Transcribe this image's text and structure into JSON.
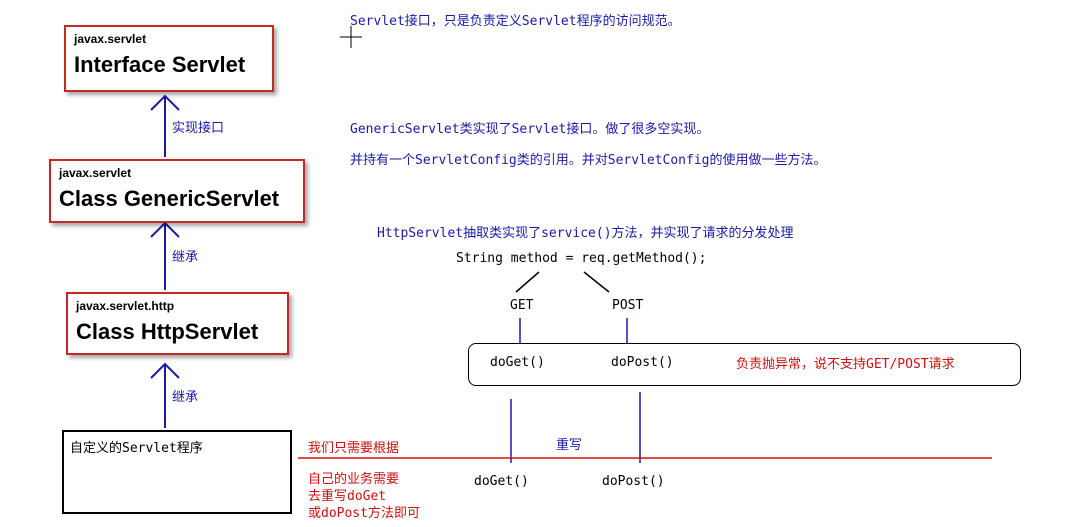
{
  "classes": {
    "servlet": {
      "package": "javax.servlet",
      "name": "Interface Servlet"
    },
    "generic": {
      "package": "javax.servlet",
      "name": "Class GenericServlet"
    },
    "http": {
      "package": "javax.servlet.http",
      "name": "Class HttpServlet"
    },
    "custom": {
      "name": "自定义的Servlet程序"
    }
  },
  "arrows": {
    "implements": "实现接口",
    "extends1": "继承",
    "extends2": "继承"
  },
  "notes": {
    "servlet": "Servlet接口，只是负责定义Servlet程序的访问规范。",
    "generic_line1": "GenericServlet类实现了Servlet接口。做了很多空实现。",
    "generic_line2": "并持有一个ServletConfig类的引用。并对ServletConfig的使用做一些方法。",
    "http": "HttpServlet抽取类实现了service()方法，并实现了请求的分发处理",
    "method_code": "String method = req.getMethod();",
    "get": "GET",
    "post": "POST",
    "doget": "doGet()",
    "dopost": "doPost()",
    "exception": "负责抛异常，说不支持GET/POST请求",
    "override": "重写",
    "custom_line1": "我们只需要根据",
    "custom_line2": "自己的业务需要",
    "custom_line3": "去重写doGet",
    "custom_line4": "或doPost方法即可",
    "doget2": "doGet()",
    "dopost2": "doPost()"
  },
  "colors": {
    "box_border": "#c62828",
    "arrow": "#1a1aa6",
    "red_text": "#d01010"
  }
}
